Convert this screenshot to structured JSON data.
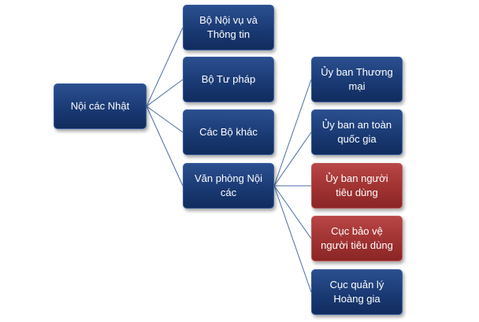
{
  "diagram": {
    "root": {
      "label": "Nội các Nhật"
    },
    "level1": [
      {
        "label": "Bộ Nội vụ và Thông tin"
      },
      {
        "label": "Bộ Tư pháp"
      },
      {
        "label": "Các Bộ khác"
      },
      {
        "label": "Văn phòng Nội các"
      }
    ],
    "level2": [
      {
        "label": "Ủy ban Thương mại",
        "color": "#1a3a74"
      },
      {
        "label": "Ủy ban an toàn quốc gia",
        "color": "#1a3a74"
      },
      {
        "label": "Ủy ban người tiêu dùng",
        "color": "#a03232"
      },
      {
        "label": "Cục bảo vệ người tiêu dùng",
        "color": "#a03232"
      },
      {
        "label": "Cục quản lý Hoàng gia",
        "color": "#1a3a74"
      }
    ],
    "colors": {
      "primary": "#1a3a74",
      "highlight": "#a03232",
      "connector": "#4a6ea8"
    }
  }
}
